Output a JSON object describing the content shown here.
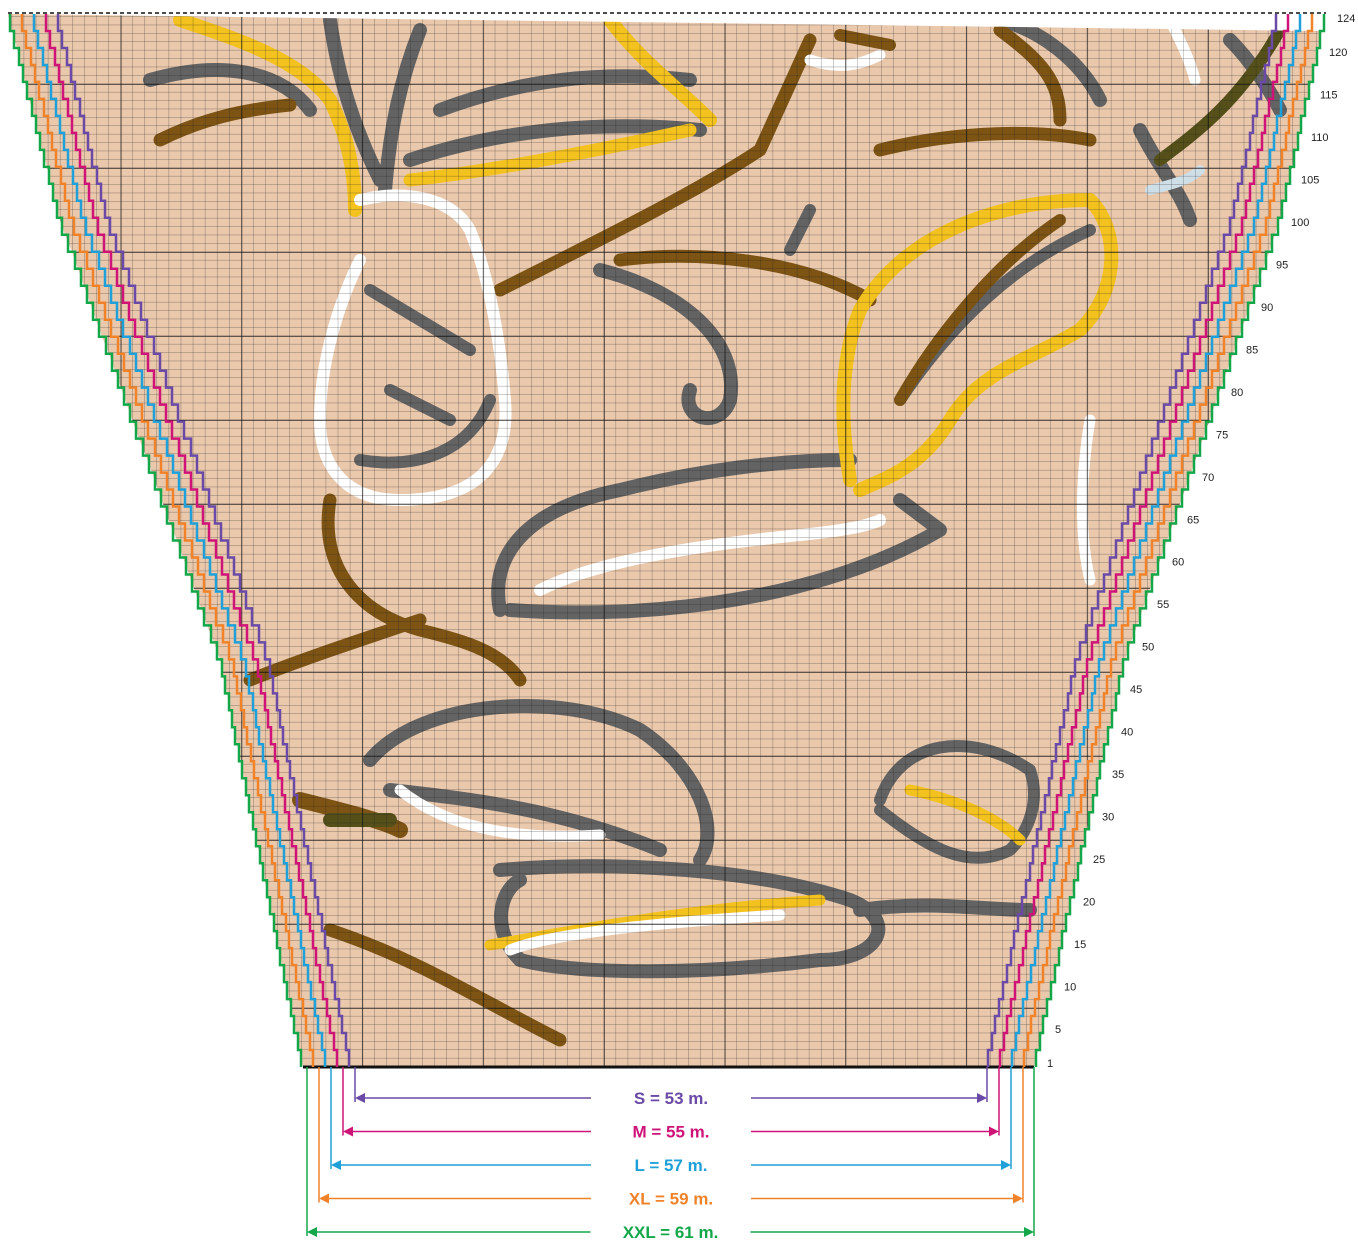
{
  "colors": {
    "background_stitch": "#eac8ac",
    "grid": "#1b1b1b",
    "grey": "#636363",
    "brown": "#7d5414",
    "yellow": "#f4c21e",
    "white": "#ffffff",
    "olive": "#55501a",
    "light_blue": "#cfdfe8",
    "size_S": "#6a4aa6",
    "size_M": "#cf1478",
    "size_L": "#1fa0d8",
    "size_XL": "#f0832a",
    "size_XXL": "#13a74a"
  },
  "row_labels": [
    {
      "text": "1",
      "row": 1
    },
    {
      "text": "5",
      "row": 5
    },
    {
      "text": "10",
      "row": 10
    },
    {
      "text": "15",
      "row": 15
    },
    {
      "text": "20",
      "row": 20
    },
    {
      "text": "25",
      "row": 25
    },
    {
      "text": "30",
      "row": 30
    },
    {
      "text": "35",
      "row": 35
    },
    {
      "text": "40",
      "row": 40
    },
    {
      "text": "45",
      "row": 45
    },
    {
      "text": "50",
      "row": 50
    },
    {
      "text": "55",
      "row": 55
    },
    {
      "text": "60",
      "row": 60
    },
    {
      "text": "65",
      "row": 65
    },
    {
      "text": "70",
      "row": 70
    },
    {
      "text": "75",
      "row": 75
    },
    {
      "text": "80",
      "row": 80
    },
    {
      "text": "85",
      "row": 85
    },
    {
      "text": "90",
      "row": 90
    },
    {
      "text": "95",
      "row": 95
    },
    {
      "text": "100",
      "row": 100
    },
    {
      "text": "105",
      "row": 105
    },
    {
      "text": "110",
      "row": 110
    },
    {
      "text": "115",
      "row": 115
    },
    {
      "text": "120",
      "row": 120
    },
    {
      "text": "124",
      "row": 124
    }
  ],
  "sizes": [
    {
      "key": "S",
      "label": "S = 53 m.",
      "stitches": 53,
      "color": "#6a4aa6"
    },
    {
      "key": "M",
      "label": "M = 55 m.",
      "stitches": 55,
      "color": "#cf1478"
    },
    {
      "key": "L",
      "label": "L = 57 m.",
      "stitches": 57,
      "color": "#1fa0d8"
    },
    {
      "key": "XL",
      "label": "XL = 59 m.",
      "stitches": 59,
      "color": "#f0832a"
    },
    {
      "key": "XXL",
      "label": "XXL = 61 m.",
      "stitches": 61,
      "color": "#13a74a"
    }
  ]
}
